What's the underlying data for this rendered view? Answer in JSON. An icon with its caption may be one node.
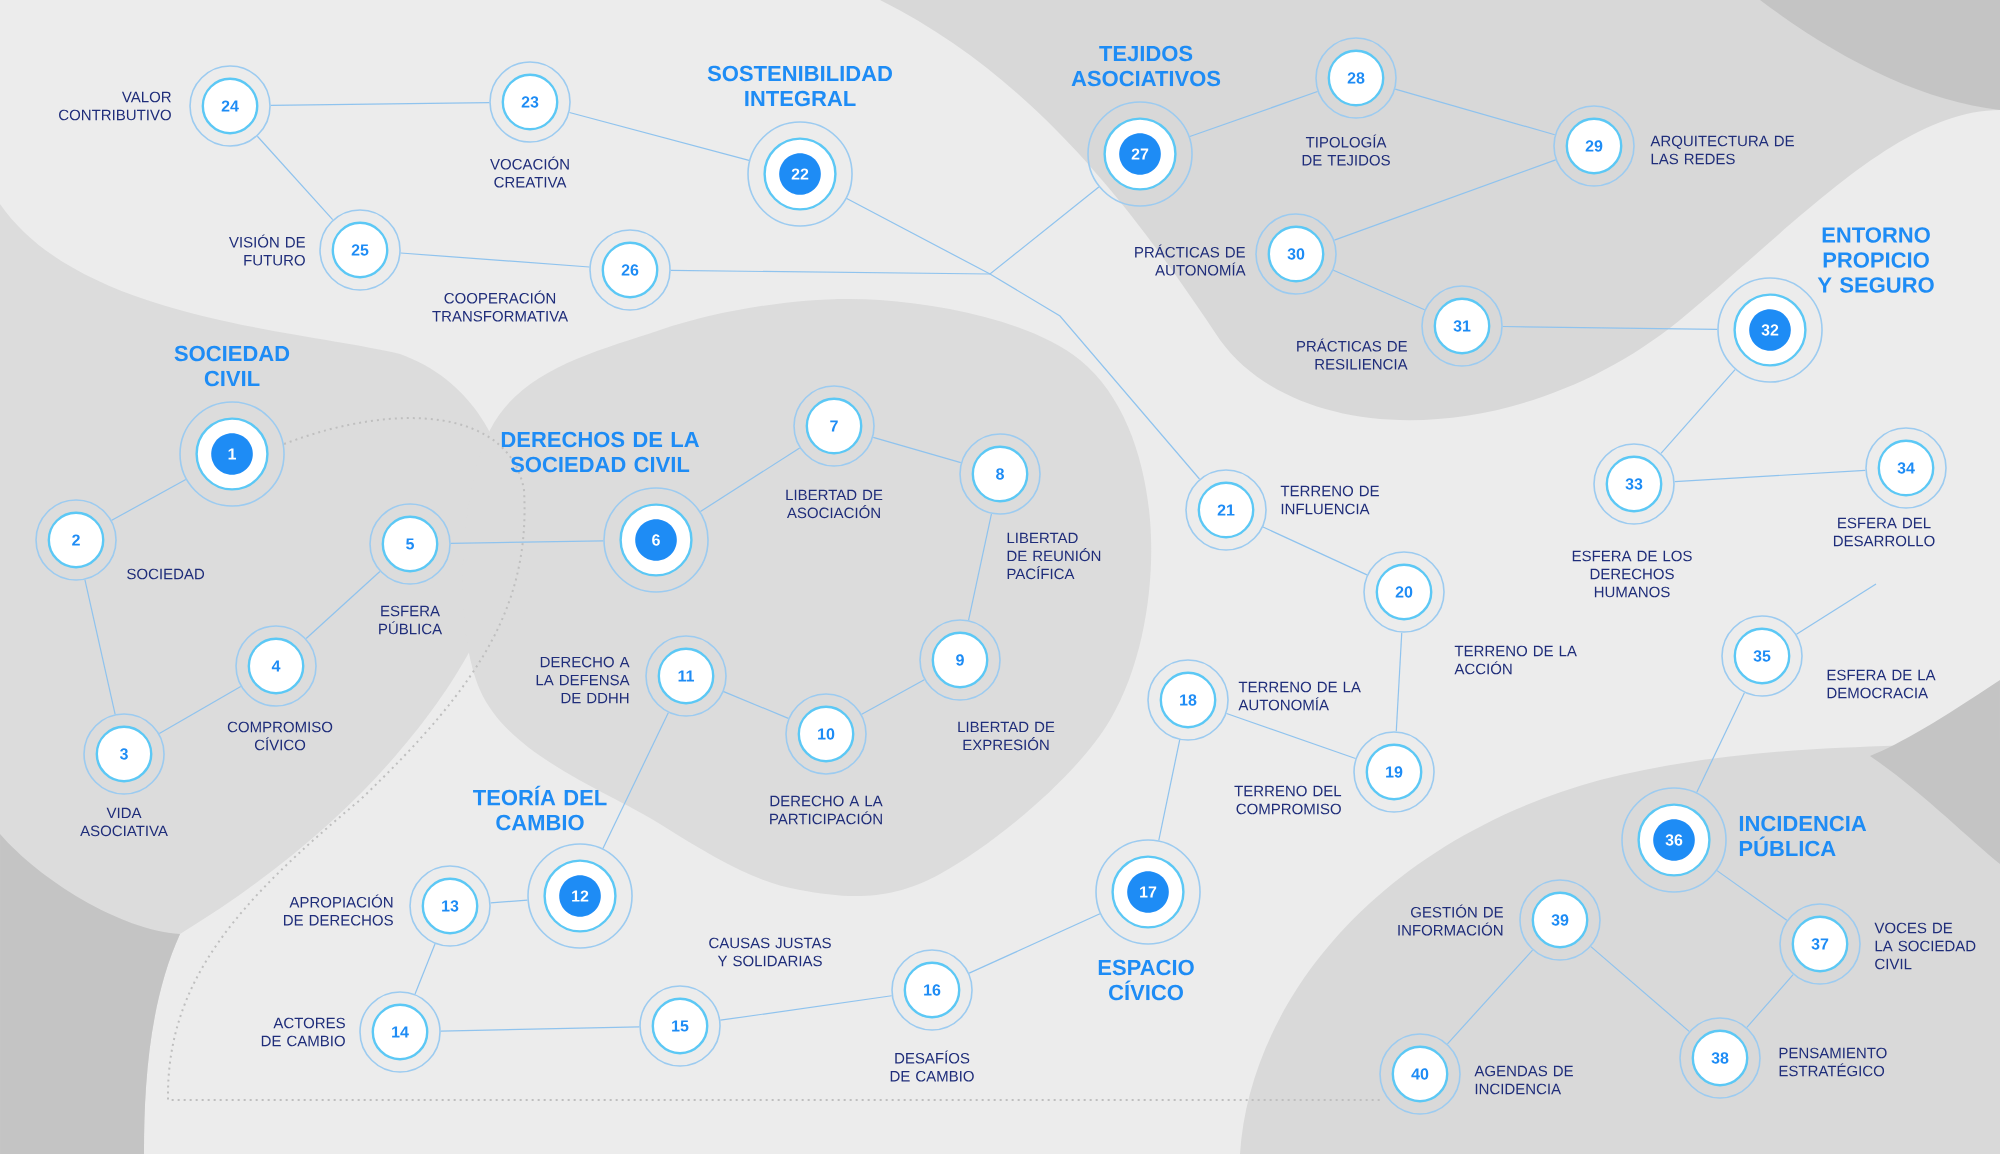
{
  "diagram": {
    "nodes": [
      {
        "text": [
          "1"
        ],
        "beside": [
          "SOCIEDAD CIVIL"
        ]
      },
      {
        "text": [
          "2"
        ],
        "beside": [
          "SOCIEDAD"
        ]
      },
      {
        "text": [
          "3"
        ],
        "beside": [
          "VIDA ASOCIATIVA"
        ]
      },
      {
        "text": [
          "4"
        ],
        "beside": [
          "COMPROMISO CÍVICO"
        ]
      },
      {
        "text": [
          "5"
        ],
        "beside": [
          "ESFERA PÚBLICA"
        ]
      },
      {
        "text": [
          "6"
        ],
        "beside": [
          "DERECHOS DE LA SOCIEDAD CIVIL"
        ]
      },
      {
        "text": [
          "7"
        ],
        "beside": [
          "LIBERTAD DE ASOCIACIÓN"
        ]
      },
      {
        "text": [
          "8"
        ],
        "beside": [
          "LIBERTAD DE REUNIÓN PACÍFICA"
        ]
      },
      {
        "text": [
          "9"
        ],
        "beside": [
          "LIBERTAD DE EXPRESIÓN"
        ]
      },
      {
        "text": [
          "10"
        ],
        "beside": [
          "DERECHO A LA PARTICIPACIÓN"
        ]
      },
      {
        "text": [
          "11"
        ],
        "beside": [
          "DERECHO A LA DEFENSA DE DDHH"
        ]
      },
      {
        "text": [
          "12"
        ],
        "beside": [
          "TEORÍA DEL CAMBIO"
        ]
      },
      {
        "text": [
          "13"
        ],
        "beside": [
          "APROPIACIÓN DE DERECHOS"
        ]
      },
      {
        "text": [
          "14"
        ],
        "beside": [
          "ACTORES DE CAMBIO"
        ]
      },
      {
        "text": [
          "15"
        ],
        "beside": [
          "CAUSAS JUSTAS Y SOLIDARIAS"
        ]
      },
      {
        "text": [
          "16"
        ],
        "beside": [
          "DESAFÍOS DE CAMBIO"
        ]
      },
      {
        "text": [
          "17"
        ],
        "beside": [
          "ESPACIO CÍVICO"
        ]
      },
      {
        "text": [
          "18"
        ],
        "beside": [
          "TERRENO DE LA AUTONOMÍA"
        ]
      },
      {
        "text": [
          "19"
        ],
        "beside": [
          "TERRENO DEL COMPROMISO"
        ]
      },
      {
        "text": [
          "20"
        ],
        "beside": [
          "TERRENO DE LA ACCIÓN"
        ]
      },
      {
        "text": [
          "21"
        ],
        "beside": [
          "TERRENO DE INFLUENCIA"
        ]
      },
      {
        "text": [
          "22"
        ],
        "beside": [
          "SOSTENIBILIDAD INTEGRAL"
        ]
      },
      {
        "text": [
          "23"
        ],
        "beside": [
          "VOCACIÓN CREATIVA"
        ]
      },
      {
        "text": [
          "24"
        ],
        "beside": [
          "VALOR CONTRIBUTIVO"
        ]
      },
      {
        "text": [
          "25"
        ],
        "beside": [
          "VISIÓN DE FUTURO"
        ]
      },
      {
        "text": [
          "26"
        ],
        "beside": [
          "COOPERACIÓN TRANSFORMATIVA"
        ]
      },
      {
        "text": [
          "27"
        ],
        "beside": [
          "TEJIDOS ASOCIATIVOS"
        ]
      },
      {
        "text": [
          "28"
        ],
        "beside": [
          "TIPOLOGÍA DE TEJIDOS"
        ]
      },
      {
        "text": [
          "29"
        ],
        "beside": [
          "ARQUITECTURA DE LAS REDES"
        ]
      },
      {
        "text": [
          "30"
        ],
        "beside": [
          "PRÁCTICAS DE AUTONOMÍA"
        ]
      },
      {
        "text": [
          "31"
        ],
        "beside": [
          "PRÁCTICAS DE RESILIENCIA"
        ]
      },
      {
        "text": [
          "32"
        ],
        "beside": [
          "ENTORNO PROPICIO Y SEGURO"
        ]
      },
      {
        "text": [
          "33"
        ],
        "beside": [
          "ESFERA DE LOS DERECHOS HUMANOS"
        ]
      },
      {
        "text": [
          "34"
        ],
        "beside": [
          "ESFERA DEL DESARROLLO"
        ]
      },
      {
        "text": [
          "35"
        ],
        "beside": [
          "ESFERA DE LA DEMOCRACIA"
        ]
      },
      {
        "text": [
          "36"
        ],
        "beside": [
          "INCIDENCIA PÚBLICA"
        ]
      },
      {
        "text": [
          "37"
        ],
        "beside": [
          "VOCES DE LA SOCIEDAD CIVIL"
        ]
      },
      {
        "text": [
          "38"
        ],
        "beside": [
          "PENSAMIENTO ESTRATÉGICO"
        ]
      },
      {
        "text": [
          "39"
        ],
        "beside": [
          "GESTIÓN DE INFORMACIÓN"
        ]
      },
      {
        "text": [
          "40"
        ],
        "beside": [
          "AGENDAS DE INCIDENCIA"
        ]
      }
    ],
    "edges": [
      {
        "from": 0,
        "to": 1,
        "arrow": "none"
      },
      {
        "from": 1,
        "to": 2,
        "arrow": "none"
      },
      {
        "from": 2,
        "to": 3,
        "arrow": "none"
      },
      {
        "from": 3,
        "to": 4,
        "arrow": "none"
      },
      {
        "from": 4,
        "to": 5,
        "arrow": "none"
      },
      {
        "from": 5,
        "to": 6,
        "arrow": "none"
      },
      {
        "from": 6,
        "to": 7,
        "arrow": "none"
      },
      {
        "from": 7,
        "to": 8,
        "arrow": "none"
      },
      {
        "from": 8,
        "to": 9,
        "arrow": "none"
      },
      {
        "from": 9,
        "to": 10,
        "arrow": "none"
      },
      {
        "from": 10,
        "to": 11,
        "arrow": "none"
      },
      {
        "from": 11,
        "to": 12,
        "arrow": "none"
      },
      {
        "from": 12,
        "to": 13,
        "arrow": "none"
      },
      {
        "from": 13,
        "to": 14,
        "arrow": "none"
      },
      {
        "from": 14,
        "to": 15,
        "arrow": "none"
      },
      {
        "from": 15,
        "to": 16,
        "arrow": "none"
      },
      {
        "from": 16,
        "to": 17,
        "arrow": "none"
      },
      {
        "from": 17,
        "to": 18,
        "arrow": "none"
      },
      {
        "from": 18,
        "to": 19,
        "arrow": "none"
      },
      {
        "from": 19,
        "to": 20,
        "arrow": "none"
      },
      {
        "from": 21,
        "to": 20,
        "arrow": "none"
      },
      {
        "from": 21,
        "to": 22,
        "arrow": "none"
      },
      {
        "from": 22,
        "to": 23,
        "arrow": "none"
      },
      {
        "from": 23,
        "to": 24,
        "arrow": "none"
      },
      {
        "from": 24,
        "to": 25,
        "arrow": "none"
      },
      {
        "from": 25,
        "to": 26,
        "arrow": "none"
      },
      {
        "from": 26,
        "to": 27,
        "arrow": "none"
      },
      {
        "from": 27,
        "to": 28,
        "arrow": "none"
      },
      {
        "from": 28,
        "to": 29,
        "arrow": "none"
      },
      {
        "from": 29,
        "to": 30,
        "arrow": "none"
      },
      {
        "from": 30,
        "to": 31,
        "arrow": "none"
      },
      {
        "from": 31,
        "to": 32,
        "arrow": "none"
      },
      {
        "from": 32,
        "to": 33,
        "arrow": "none"
      },
      {
        "from": 34,
        "to": null,
        "arrow": "none"
      },
      {
        "from": 34,
        "to": 35,
        "arrow": "none"
      },
      {
        "from": 35,
        "to": 36,
        "arrow": "none"
      },
      {
        "from": 36,
        "to": 37,
        "arrow": "none"
      },
      {
        "from": 37,
        "to": 38,
        "arrow": "none"
      },
      {
        "from": 38,
        "to": 39,
        "arrow": "none"
      }
    ]
  }
}
